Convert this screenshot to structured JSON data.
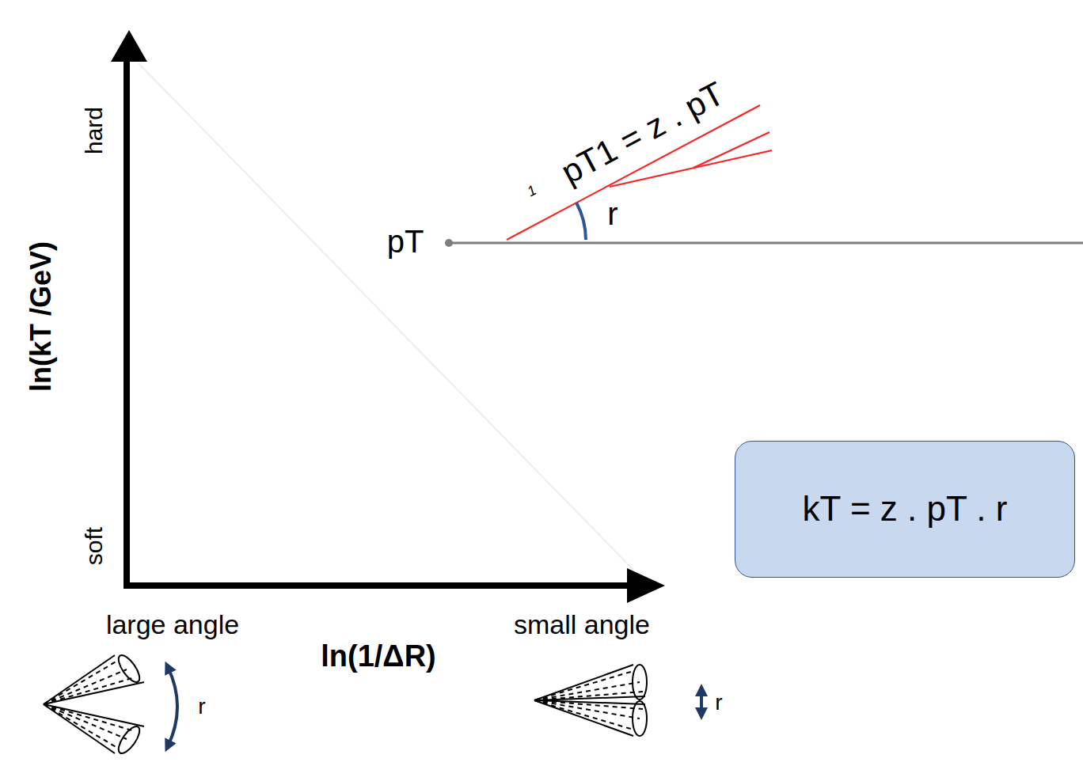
{
  "diagram": {
    "nodes": [
      {
        "text": [
          "kT = z . pT . r"
        ]
      }
    ],
    "labels": [
      "hard",
      "soft",
      "ln(kT /GeV)",
      "large angle",
      "ln(1/ΔR)",
      "small angle",
      "r",
      "r",
      "pT",
      "1",
      "pT1 = z . pT",
      "r"
    ]
  }
}
